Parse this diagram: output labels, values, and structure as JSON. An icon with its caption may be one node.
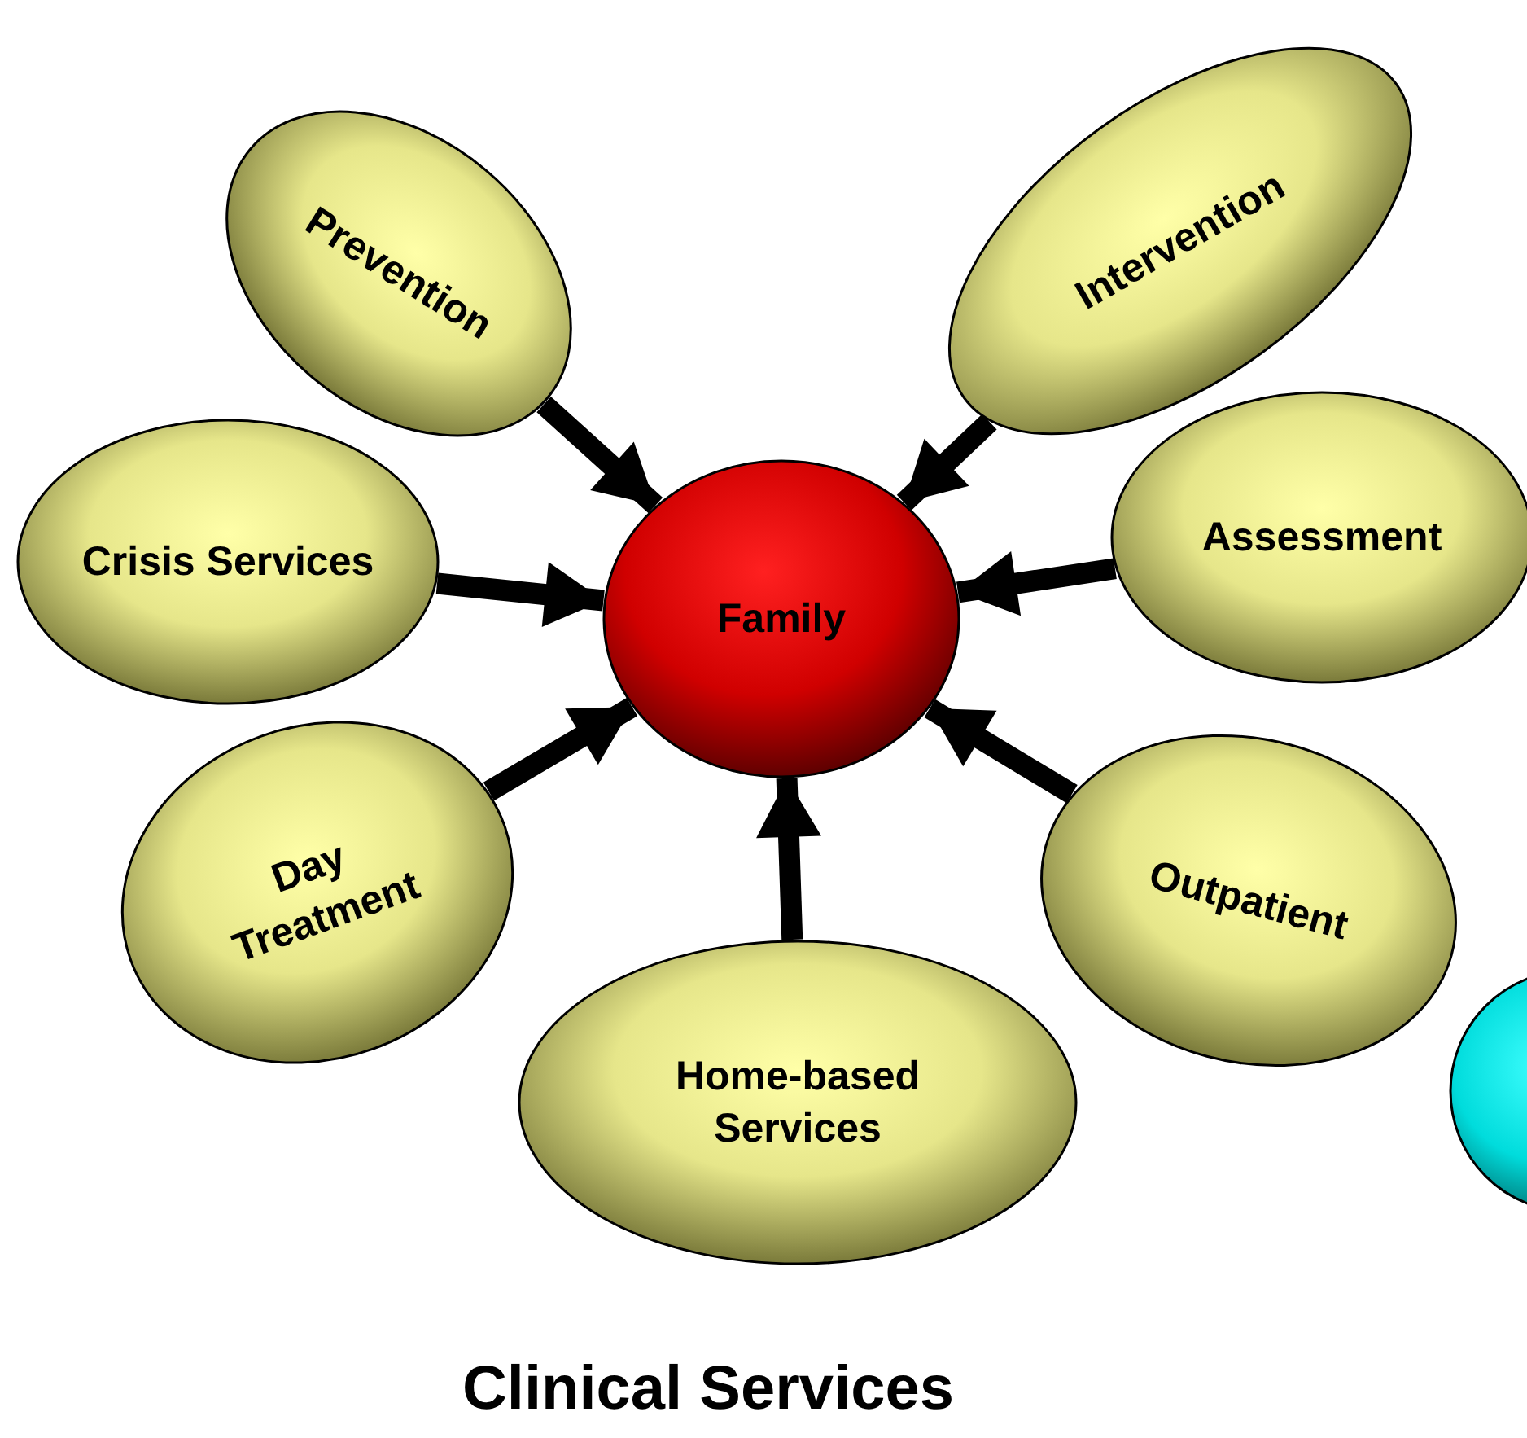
{
  "diagram": {
    "title": "Clinical Services",
    "nodes": [
      {
        "text": [
          "Family"
        ]
      },
      {
        "text": [
          "Prevention"
        ]
      },
      {
        "text": [
          "Intervention"
        ]
      },
      {
        "text": [
          "Crisis Services"
        ]
      },
      {
        "text": [
          "Assessment"
        ]
      },
      {
        "text": [
          "Day Treatment"
        ]
      },
      {
        "text": [
          "Outpatient"
        ]
      },
      {
        "text": [
          "Home-based Services"
        ]
      },
      {
        "text": [],
        "shape": "circle"
      }
    ],
    "edges": [
      {
        "from": 1,
        "to": 0,
        "arrow": "to"
      },
      {
        "from": 2,
        "to": 0,
        "arrow": "to"
      },
      {
        "from": 3,
        "to": 0,
        "arrow": "to"
      },
      {
        "from": 4,
        "to": 0,
        "arrow": "to"
      },
      {
        "from": 5,
        "to": 0,
        "arrow": "to"
      },
      {
        "from": 6,
        "to": 0,
        "arrow": "to"
      },
      {
        "from": 7,
        "to": 0,
        "arrow": "to"
      }
    ]
  }
}
